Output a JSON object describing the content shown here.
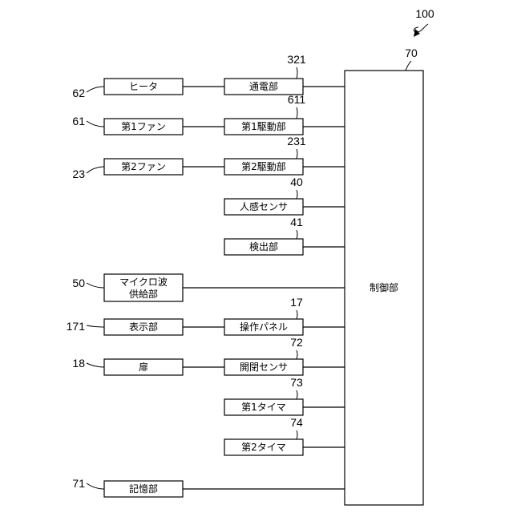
{
  "figure_ref": "100",
  "controller": {
    "ref": "70",
    "label": "制御部"
  },
  "left_blocks": {
    "heater": {
      "ref": "62",
      "label": "ヒータ"
    },
    "fan1": {
      "ref": "61",
      "label": "第1ファン"
    },
    "fan2": {
      "ref": "23",
      "label": "第2ファン"
    },
    "microwave": {
      "ref": "50",
      "label_line1": "マイクロ波",
      "label_line2": "供給部"
    },
    "display": {
      "ref": "171",
      "label": "表示部"
    },
    "door": {
      "ref": "18",
      "label": "扉"
    },
    "memory": {
      "ref": "71",
      "label": "記憶部"
    }
  },
  "middle_blocks": {
    "energizing": {
      "ref": "321",
      "label": "通電部"
    },
    "drive1": {
      "ref": "611",
      "label": "第1駆動部"
    },
    "drive2": {
      "ref": "231",
      "label": "第2駆動部"
    },
    "human_sensor": {
      "ref": "40",
      "label": "人感センサ"
    },
    "detector": {
      "ref": "41",
      "label": "検出部"
    },
    "panel": {
      "ref": "17",
      "label": "操作パネル"
    },
    "door_sensor": {
      "ref": "72",
      "label": "開閉センサ"
    },
    "timer1": {
      "ref": "73",
      "label": "第1タイマ"
    },
    "timer2": {
      "ref": "74",
      "label": "第2タイマ"
    }
  }
}
